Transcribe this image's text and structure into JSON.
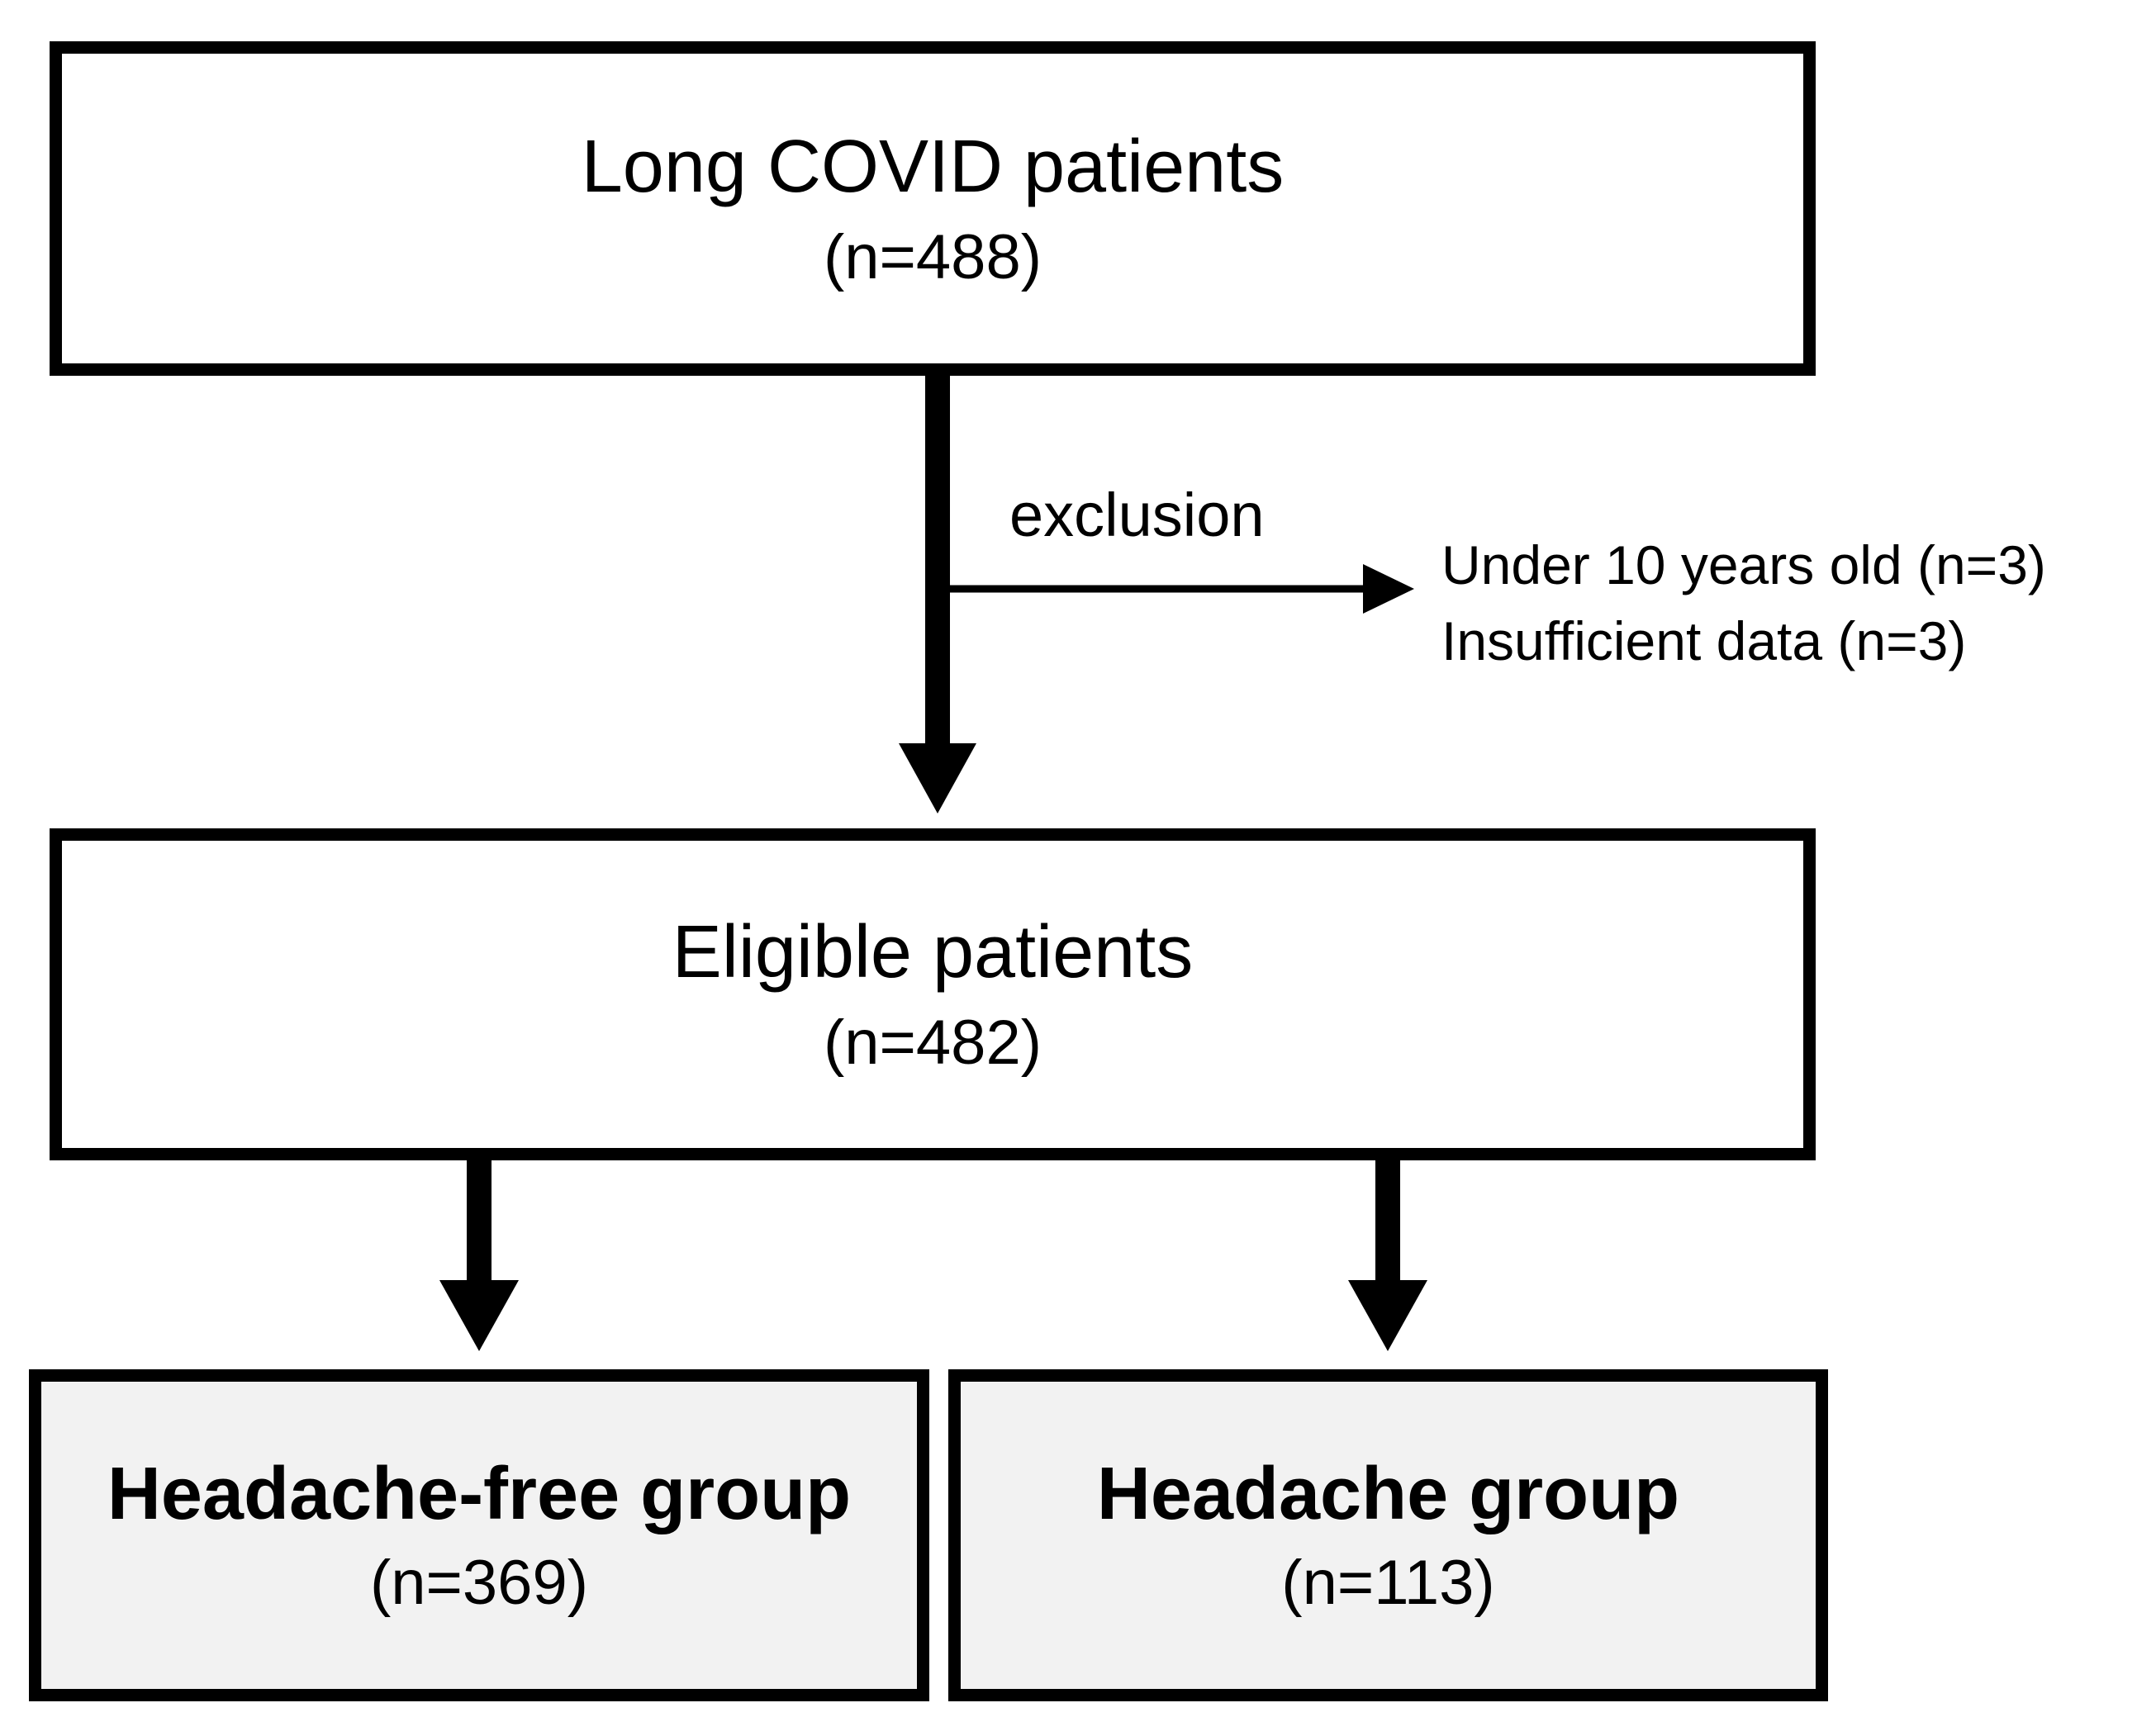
{
  "diagram": {
    "nodes": {
      "long_covid": {
        "title": "Long COVID patients",
        "count": "(n=488)"
      },
      "eligible": {
        "title": "Eligible patients",
        "count": "(n=482)"
      },
      "headache_free": {
        "title": "Headache-free group",
        "count": "(n=369)"
      },
      "headache": {
        "title": "Headache group",
        "count": "(n=113)"
      }
    },
    "exclusion": {
      "label": "exclusion",
      "reasons": [
        "Under 10 years old (n=3)",
        "Insufficient data (n=3)"
      ]
    },
    "edges": [
      {
        "from": "long_covid",
        "to": "eligible"
      },
      {
        "from": "long_covid",
        "to": "exclusion"
      },
      {
        "from": "eligible",
        "to": "headache_free"
      },
      {
        "from": "eligible",
        "to": "headache"
      }
    ],
    "colors": {
      "border": "#000000",
      "box_fill": "#ffffff",
      "group_fill": "#f2f2f2"
    }
  }
}
